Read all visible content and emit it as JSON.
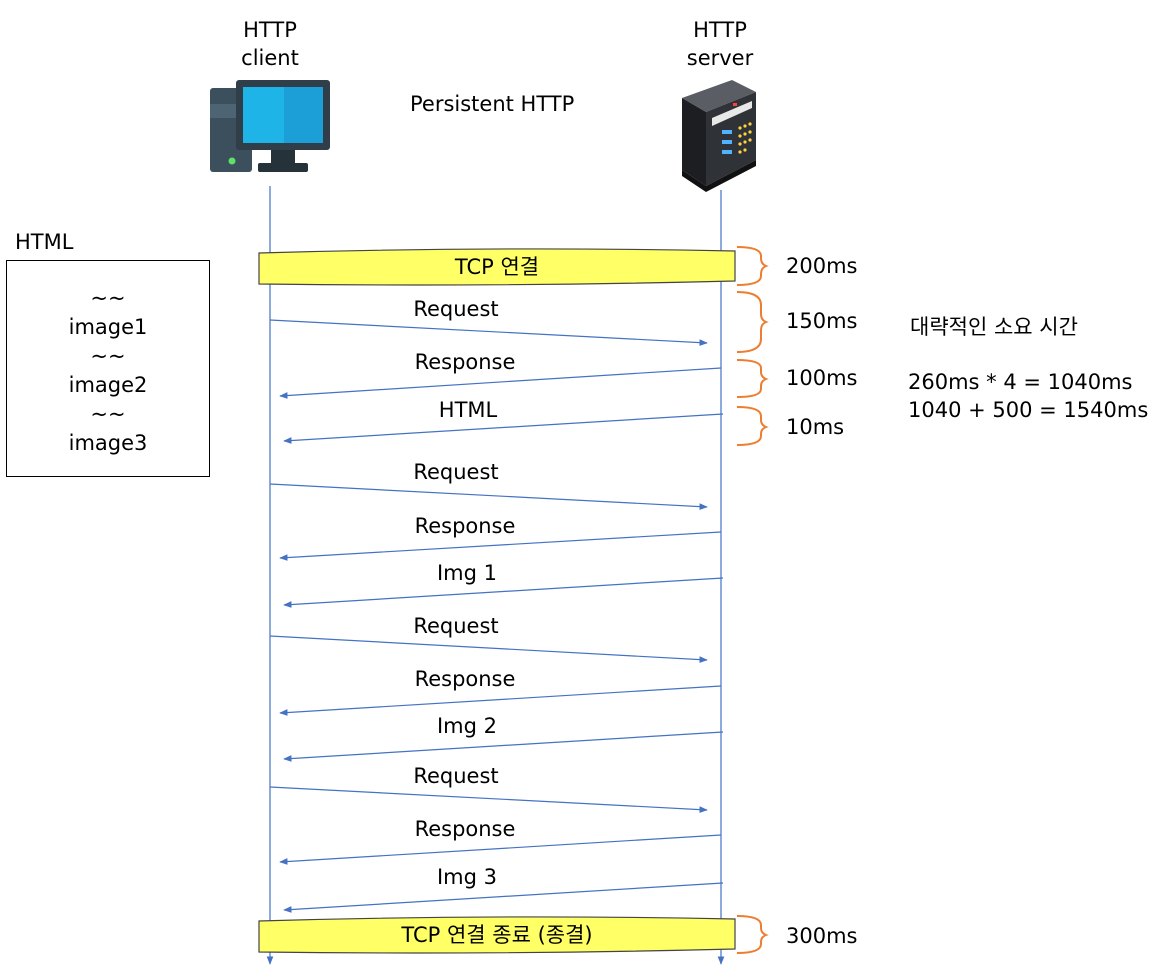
{
  "title": "Persistent HTTP",
  "client": {
    "line1": "HTTP",
    "line2": "client",
    "icon": "desktop-computer-icon"
  },
  "server": {
    "line1": "HTTP",
    "line2": "server",
    "icon": "server-rack-icon"
  },
  "html_doc": {
    "title": "HTML",
    "lines": [
      "~~",
      "image1",
      "~~",
      "image2",
      "~~",
      "image3"
    ]
  },
  "tcp_connect": "TCP 연결",
  "tcp_close": "TCP 연결 종료 (종결)",
  "messages": [
    {
      "label": "Request",
      "direction": "client-to-server"
    },
    {
      "label": "Response",
      "direction": "server-to-client"
    },
    {
      "label": "HTML",
      "direction": "server-to-client"
    },
    {
      "label": "Request",
      "direction": "client-to-server"
    },
    {
      "label": "Response",
      "direction": "server-to-client"
    },
    {
      "label": "Img 1",
      "direction": "server-to-client"
    },
    {
      "label": "Request",
      "direction": "client-to-server"
    },
    {
      "label": "Response",
      "direction": "server-to-client"
    },
    {
      "label": "Img 2",
      "direction": "server-to-client"
    },
    {
      "label": "Request",
      "direction": "client-to-server"
    },
    {
      "label": "Response",
      "direction": "server-to-client"
    },
    {
      "label": "Img 3",
      "direction": "server-to-client"
    }
  ],
  "timings": [
    "200ms",
    "150ms",
    "100ms",
    "10ms",
    "300ms"
  ],
  "summary": {
    "heading": "대략적인 소요 시간",
    "line1": "260ms * 4 = 1040ms",
    "line2": "1040 + 500 = 1540ms"
  },
  "colors": {
    "arrow": "#4472C4",
    "band_fill": "#FFFF66",
    "brace": "#ED7D31",
    "monitor_screen": "#1EB4E8"
  }
}
